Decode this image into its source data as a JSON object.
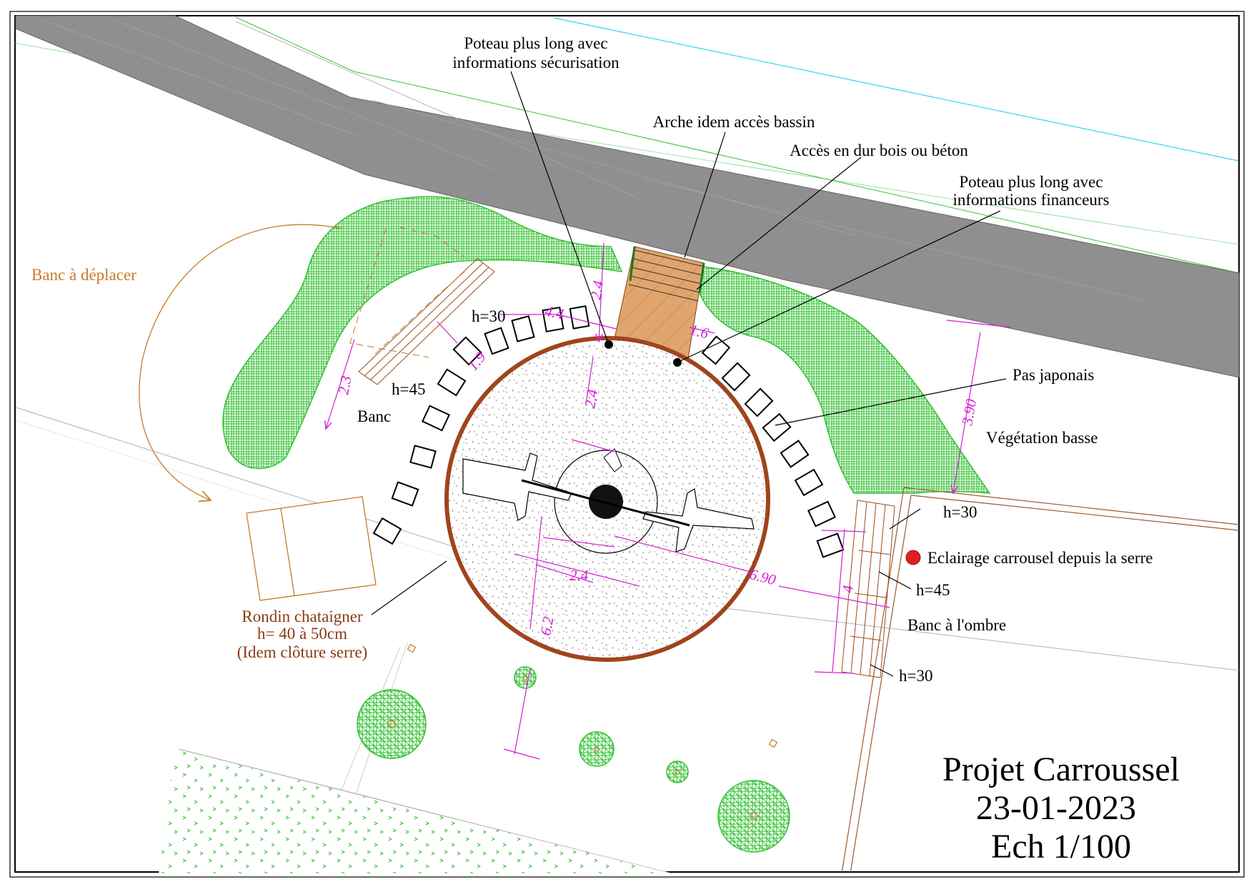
{
  "labels": {
    "poteau_securisation_1": "Poteau plus long avec",
    "poteau_securisation_2": "informations sécurisation",
    "arche": "Arche idem accès bassin",
    "acces": "Accès en dur bois ou béton",
    "poteau_financeurs_1": "Poteau plus long avec",
    "poteau_financeurs_2": "informations financeurs",
    "banc_a_deplacer": "Banc à déplacer",
    "pas_japonais": "Pas japonais",
    "vegetation_basse": "Végétation basse",
    "eclairage": "Eclairage carrousel depuis la serre",
    "banc": "Banc",
    "banc_ombre": "Banc à l'ombre",
    "h30_top": "h=30",
    "h45_left": "h=45",
    "h30_right_top": "h=30",
    "h45_right": "h=45",
    "h30_right_bottom": "h=30",
    "rondin_1": "Rondin chataigner",
    "rondin_2": "h= 40 à 50cm",
    "rondin_3": "(Idem clôture serre)"
  },
  "dimensions": {
    "d_2_4_top": "2.4",
    "d_4_4": "4.4",
    "d_1_6": "1.6",
    "d_1_9": "1.9",
    "d_2_3": "2.3",
    "d_2_4_mid": "2.4",
    "d_3_90": "3.90",
    "d_2_4_low": "2.4",
    "d_6_90": "6.90",
    "d_4": "4",
    "d_6_2": "6.2"
  },
  "title_block": {
    "title": "Projet Carroussel",
    "date": "23-01-2023",
    "scale": "Ech 1/100"
  },
  "colors": {
    "road": "#8f8f8f",
    "vegetation": "#34c134",
    "carousel_ring": "#a0441e",
    "access": "#e0a56e",
    "dimension": "#d21fd2",
    "wood": "#b06a2a",
    "bench_orange": "#c87a2a",
    "light": "#e02020",
    "water_line": "#2fd6ee"
  }
}
